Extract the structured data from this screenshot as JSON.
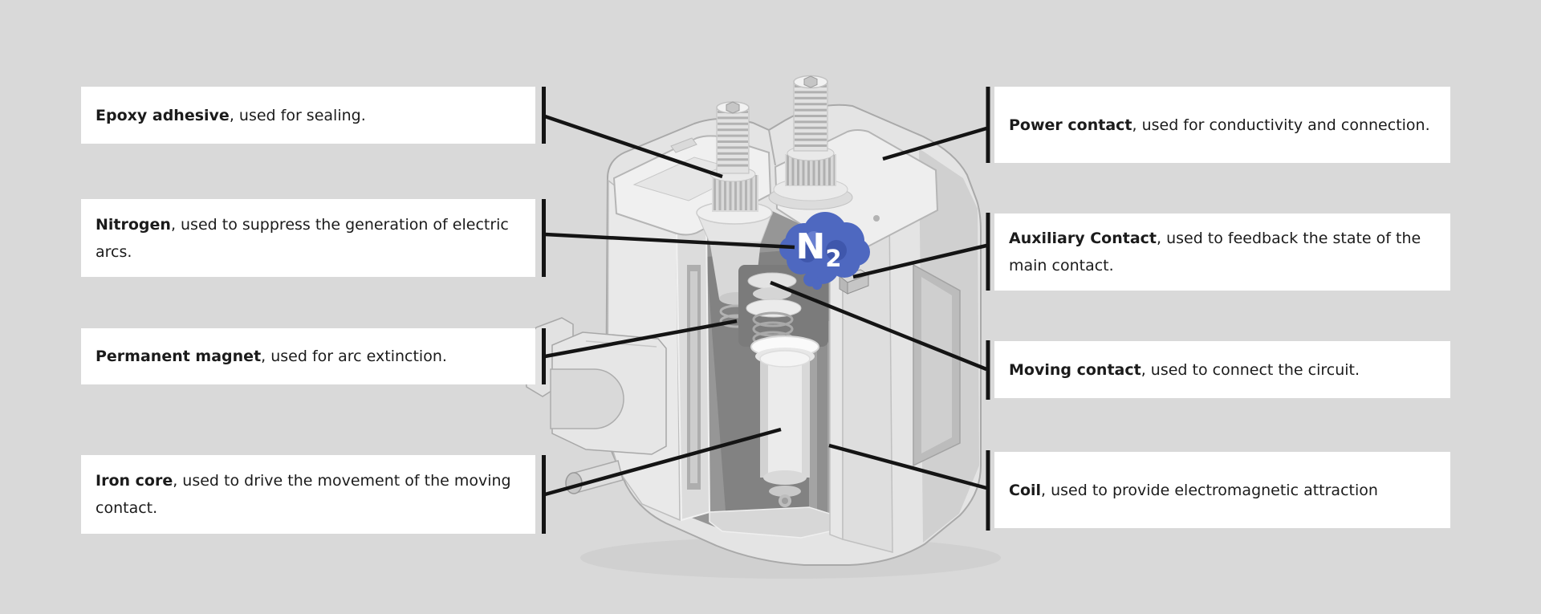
{
  "colors": {
    "page_background": "#d9d9d9",
    "label_background": "#ffffff",
    "text": "#1b1b1b",
    "leader_line": "#141414",
    "nitrogen_cloud": "#4e68c0"
  },
  "labels": {
    "left": [
      {
        "term": "Epoxy adhesive",
        "description": ", used for sealing."
      },
      {
        "term": "Nitrogen",
        "description": ", used to suppress the generation of electric arcs."
      },
      {
        "term": "Permanent magnet",
        "description": ", used for arc extinction."
      },
      {
        "term": "Iron core",
        "description": ", used to drive the movement of the moving contact."
      }
    ],
    "right": [
      {
        "term": "Power contact",
        "description": ", used for conductivity and connection."
      },
      {
        "term": "Auxiliary Contact",
        "description": ", used to feedback the state of the main contact."
      },
      {
        "term": "Moving contact",
        "description": ", used to connect the circuit."
      },
      {
        "term": "Coil",
        "description": ", used to provide electromagnetic attraction"
      }
    ]
  },
  "annotation": {
    "gas_symbol": "N",
    "gas_subscript": "2"
  }
}
